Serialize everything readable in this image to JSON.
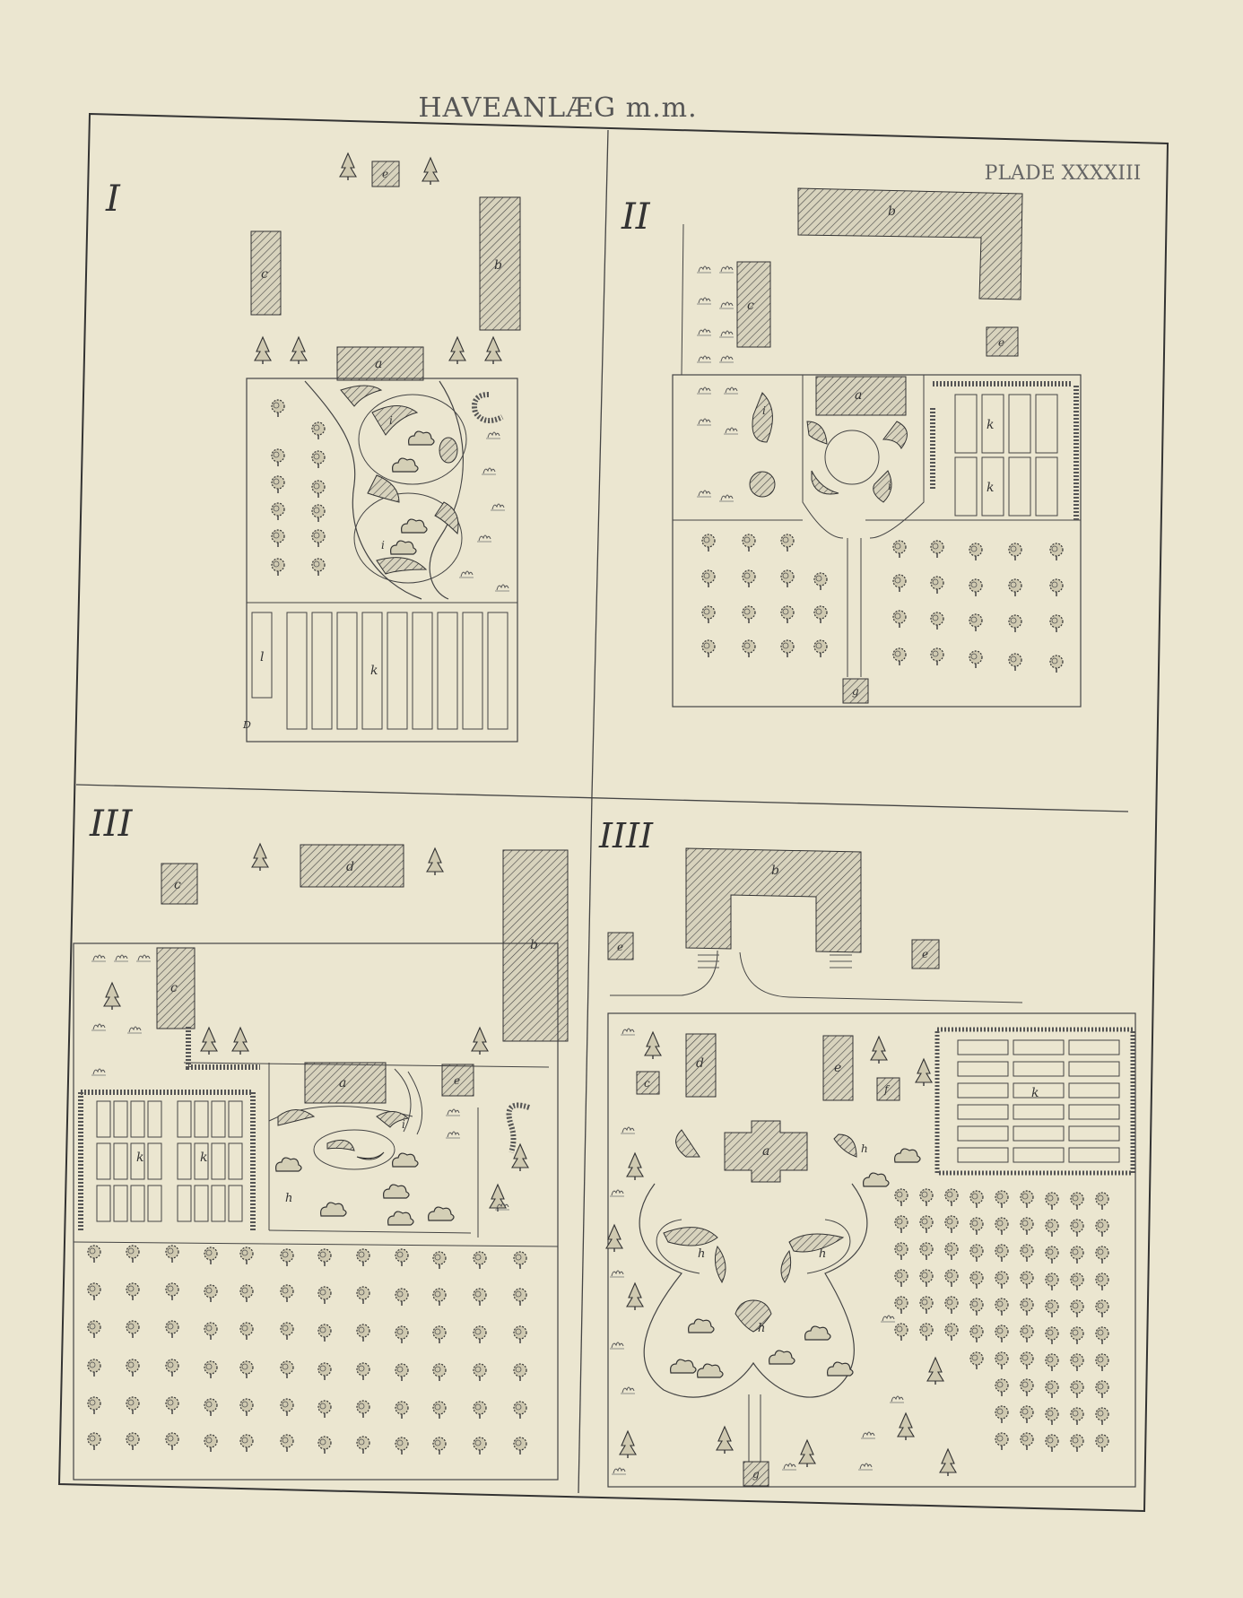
{
  "header": {
    "title": "HAVEANLÆG m.m.",
    "plate": "PLADE XXXXIII"
  },
  "panels": [
    {
      "numeral": "I",
      "labels": {
        "a": "a",
        "b": "b",
        "c": "c",
        "e": "e",
        "i1": "i",
        "i2": "i",
        "k": "k",
        "l": "l",
        "d": "D"
      }
    },
    {
      "numeral": "II",
      "labels": {
        "a": "a",
        "b": "b",
        "c": "c",
        "e": "e",
        "g": "g",
        "i1": "i",
        "i2": "i",
        "k1": "k",
        "k2": "k"
      }
    },
    {
      "numeral": "III",
      "labels": {
        "a": "a",
        "b": "b",
        "c1": "c",
        "c2": "c",
        "d": "d",
        "e": "e",
        "h": "h",
        "i": "i",
        "k1": "k",
        "k2": "k"
      }
    },
    {
      "numeral": "IIII",
      "labels": {
        "a": "a",
        "b": "b",
        "c": "c",
        "d": "d",
        "e1": "e",
        "e2": "e",
        "e3": "e",
        "f": "f",
        "g": "g",
        "h1": "h",
        "h2": "h",
        "h3": "h",
        "h4": "h",
        "k": "k"
      }
    }
  ],
  "colors": {
    "paper": "#ebe6d0",
    "ink": "#3a3a3a",
    "hatch": "#555555"
  }
}
